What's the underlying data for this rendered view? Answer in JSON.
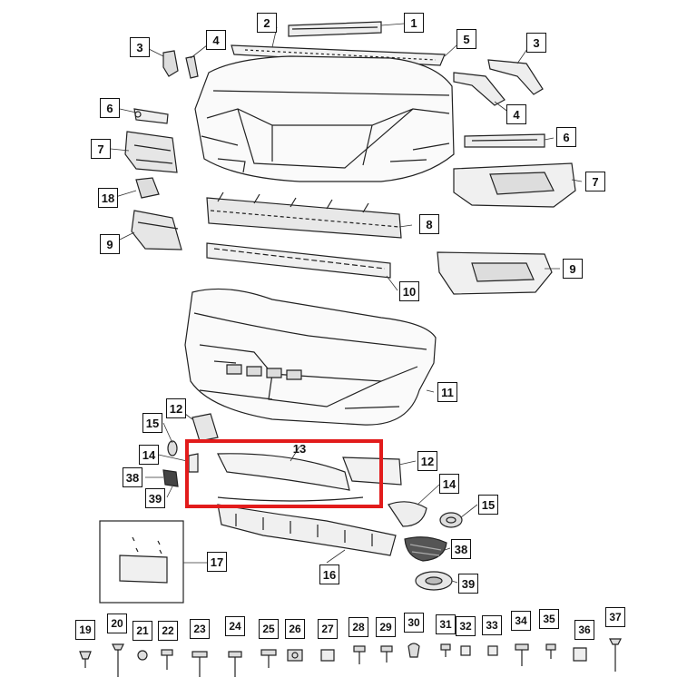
{
  "diagram": {
    "callouts": {
      "c1": "1",
      "c2": "2",
      "c3a": "3",
      "c3b": "3",
      "c4a": "4",
      "c4b": "4",
      "c5": "5",
      "c6a": "6",
      "c6b": "6",
      "c7a": "7",
      "c7b": "7",
      "c8": "8",
      "c9a": "9",
      "c9b": "9",
      "c10": "10",
      "c11": "11",
      "c12a": "12",
      "c12b": "12",
      "c13": "13",
      "c14a": "14",
      "c14b": "14",
      "c15a": "15",
      "c15b": "15",
      "c16": "16",
      "c17": "17",
      "c18": "18",
      "c38a": "38",
      "c38b": "38",
      "c39a": "39",
      "c39b": "39"
    },
    "fasteners": [
      "19",
      "20",
      "21",
      "22",
      "23",
      "24",
      "25",
      "26",
      "27",
      "28",
      "29",
      "30",
      "31",
      "32",
      "33",
      "34",
      "35",
      "36",
      "37"
    ],
    "highlight_color": "#e21b1b"
  }
}
